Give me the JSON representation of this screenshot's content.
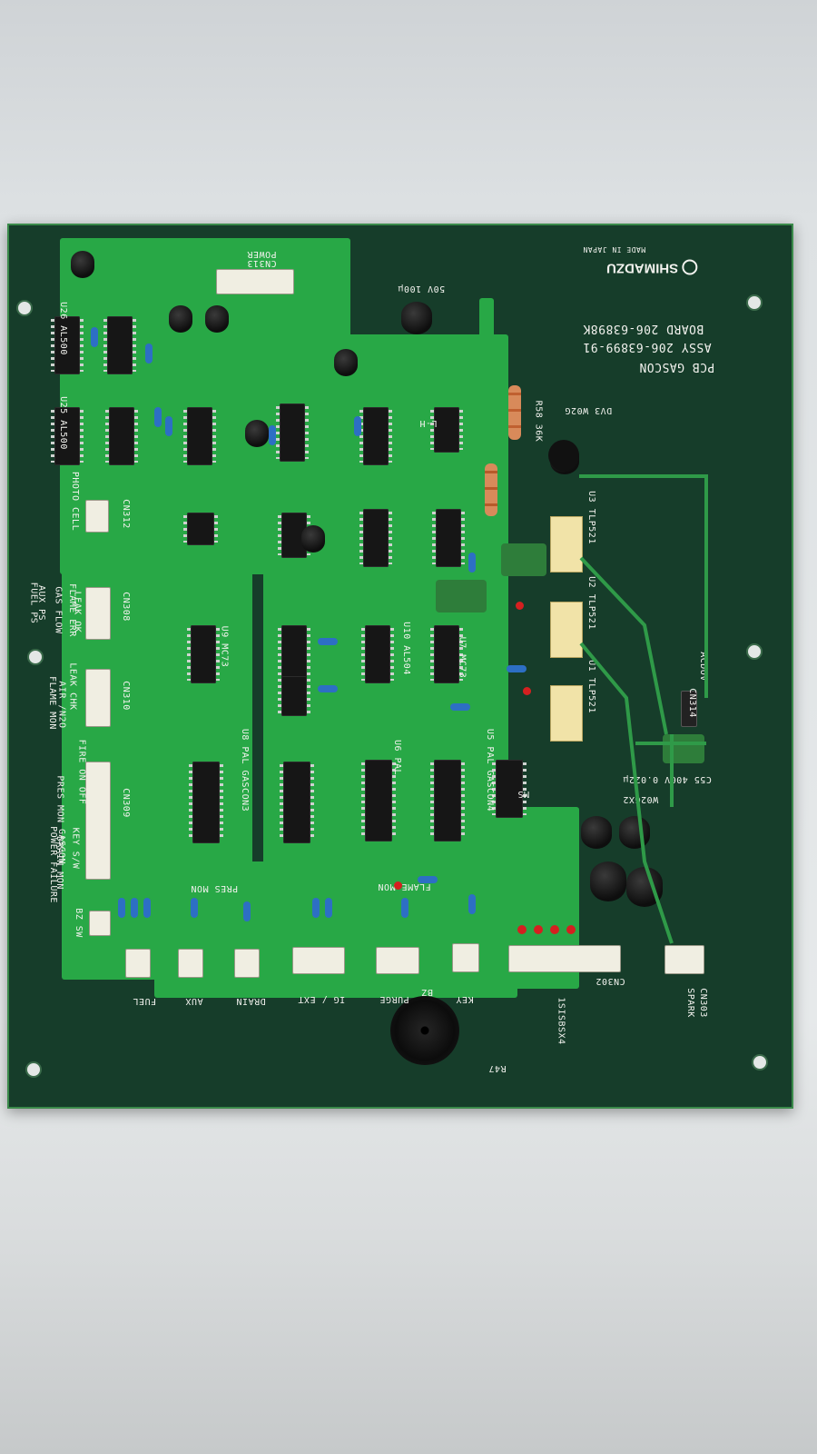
{
  "board": {
    "maker_logo": "SHIMADZU",
    "made_in": "MADE IN JAPAN",
    "board_no": "BOARD 206-63898K",
    "assy_no": "ASSY 206-63899-91",
    "pcb_name": "PCB GASCON",
    "cap_top": "50V 100µ",
    "c55": "C55   400V  0.022µ"
  },
  "connectors": {
    "cn313": "CN313",
    "power": "POWER",
    "cn306_fuel": "FUEL",
    "aux": "AUX",
    "drain": "DRAIN",
    "ig_ext": "IG / EXT",
    "purge": "PURGE",
    "key": "KEY",
    "spark": "SPARK",
    "cn303": "CN303",
    "cn302": "CN302",
    "cn314": "CN314",
    "acdov": "ACDOV",
    "cn310": "CN310",
    "cn309": "CN309",
    "cn308": "CN308",
    "cn312": "CN312"
  },
  "side_labels": {
    "photo_cell": "PHOTO CELL",
    "leak_ok": "LEAK OK",
    "flame_err": "FLAME ERR",
    "gas_flow": "GAS FLOW",
    "aux_ps": "AUX PS",
    "fuel_ps": "FUEL PS",
    "leak_chk": "LEAK CHK",
    "air_n2o": "AIR /N2O",
    "flame_mon": "FLAME MON",
    "fire_on_off": "FIRE ON OFF",
    "pres_mon": "PRES MON",
    "key_sw": "KEY S/W",
    "gascon": "GASCON",
    "drain_mon": "DRAIN MON",
    "power_failure": "POWER FAILURE",
    "bz_sw": "BZ SW",
    "flame_mon2": "FLAME MON",
    "pres_mon2": "PRES MON"
  },
  "parts": {
    "u26": "U26 AL500",
    "u25": "U25 AL500",
    "u3": "U3 TLP521",
    "u2": "U2 TLP521",
    "u1": "U1 TLP521",
    "dv3": "DV3 W02G",
    "r58": "R58 36K",
    "u9": "U9 MC73",
    "u8": "U8 PAL GASCON3",
    "u6": "U6 PAL",
    "u5": "U5 PAL GASCON4",
    "w02gx2": "W02GX2",
    "u10": "U10 AL504",
    "u7": "U7 MC73",
    "isisbsx4": "1SISBSX4",
    "bz": "BZ",
    "r47": "R47",
    "ms": "MS",
    "lh": "L-H"
  }
}
